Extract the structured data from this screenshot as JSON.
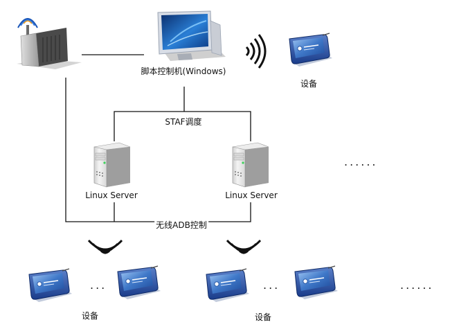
{
  "labels": {
    "controller": "脚本控制机(Windows)",
    "device_top": "设备",
    "staf": "STAF调度",
    "server_left": "Linux Server",
    "server_right": "Linux Server",
    "adb": "无线ADB控制",
    "device_bottom_left": "设备",
    "device_bottom_right": "设备"
  },
  "ellipsis": {
    "right_mid": "......",
    "bottom_left": "...",
    "bottom_mid": "...",
    "bottom_right": "......"
  },
  "colors": {
    "line": "#111111",
    "tablet_frame": "#1d3f8f",
    "tablet_screen": "#4a7fd0",
    "server_body": "#e6e6e6",
    "server_shade": "#bdbdbd",
    "led": "#3cd35a",
    "monitor_screen": "#1c5fb8"
  },
  "icons": {
    "router": "wireless-router-icon",
    "controller": "desktop-computer-icon",
    "server": "server-tower-icon",
    "device": "tablet-device-icon",
    "signal": "wireless-signal-icon"
  }
}
